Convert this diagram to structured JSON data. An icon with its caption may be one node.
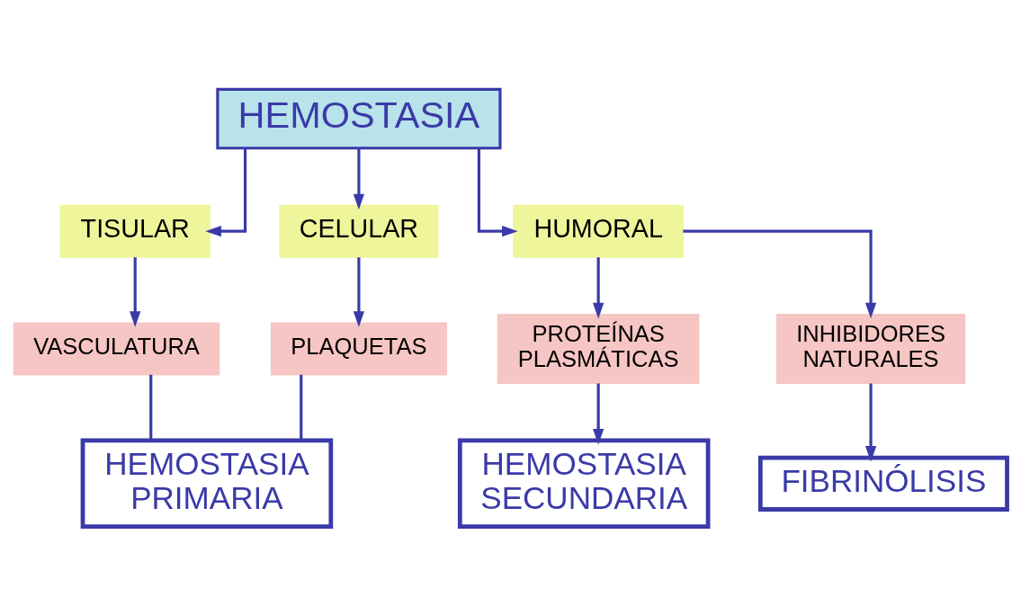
{
  "diagram": {
    "nodes": [
      {
        "text": [
          "HEMOSTASIA"
        ]
      },
      {
        "text": [
          "TISULAR"
        ]
      },
      {
        "text": [
          "CELULAR"
        ]
      },
      {
        "text": [
          "HUMORAL"
        ]
      },
      {
        "text": [
          "VASCULATURA"
        ]
      },
      {
        "text": [
          "PLAQUETAS"
        ]
      },
      {
        "text": [
          "HEMOSTASIA PRIMARIA"
        ]
      },
      {
        "text": [
          "PROTEÍNAS PLASMÁTICAS"
        ]
      },
      {
        "text": [
          "INHIBIDORES NATURALES"
        ]
      },
      {
        "text": [
          "HEMOSTASIA SECUNDARIA"
        ]
      },
      {
        "text": [
          "FIBRINÓLISIS"
        ]
      }
    ],
    "edges": [
      {
        "from": 0,
        "to": 1,
        "arrow": "to"
      },
      {
        "from": 0,
        "to": 2,
        "arrow": "to"
      },
      {
        "from": 0,
        "to": 3,
        "arrow": "to"
      },
      {
        "from": 1,
        "to": 4,
        "arrow": "to"
      },
      {
        "from": 2,
        "to": 5,
        "arrow": "to"
      },
      {
        "from": 4,
        "to": 6,
        "arrow": "none"
      },
      {
        "from": 5,
        "to": 6,
        "arrow": "none"
      },
      {
        "from": 3,
        "to": 7,
        "arrow": "to"
      },
      {
        "from": 3,
        "to": 8,
        "arrow": "to"
      },
      {
        "from": 7,
        "to": 9,
        "arrow": "to"
      },
      {
        "from": 8,
        "to": 10,
        "arrow": "to"
      }
    ]
  }
}
